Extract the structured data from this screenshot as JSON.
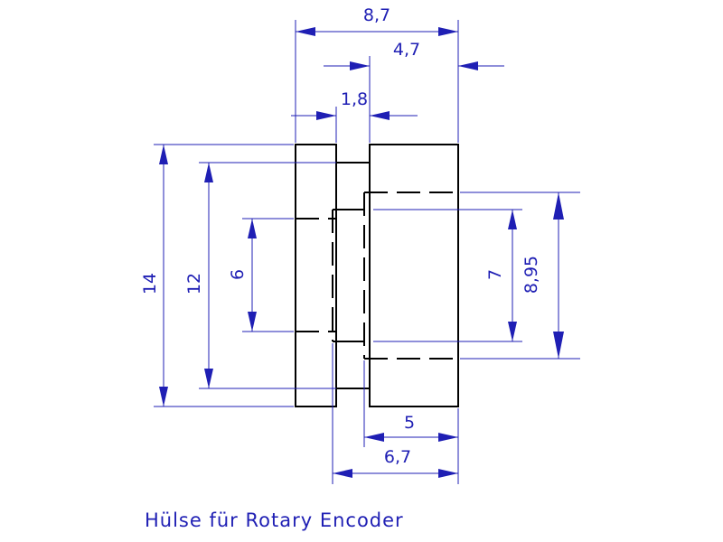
{
  "drawing": {
    "caption": "Hülse für Rotary Encoder",
    "colors": {
      "dimension": "#1f1fb4",
      "part": "#000000",
      "background": "#ffffff"
    },
    "dimensions": {
      "total_width": "8,7",
      "right_part_width": "4,7",
      "gap_width": "1,8",
      "outer_height": "14",
      "inner_height": "12",
      "bore_left": "6",
      "bore_right": "7",
      "right_outer": "8,95",
      "bottom_width_inner": "5",
      "bottom_width_outer": "6,7"
    }
  }
}
